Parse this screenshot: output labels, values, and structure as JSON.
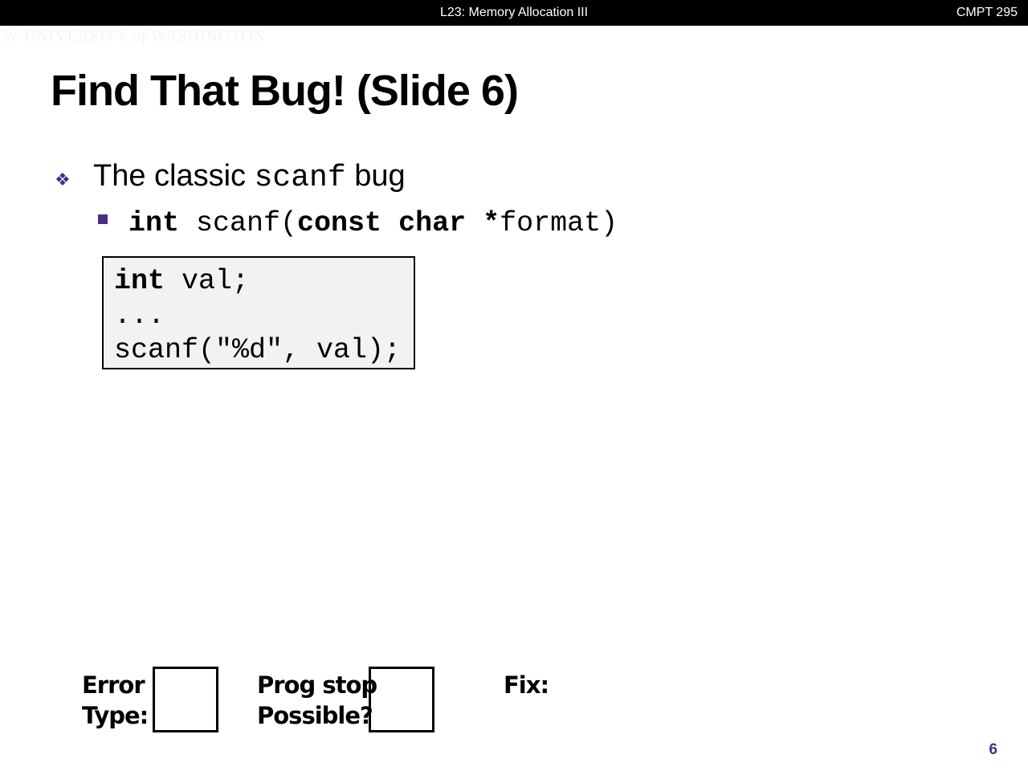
{
  "header": {
    "lecture": "L23:  Memory Allocation III",
    "course": "CMPT 295",
    "logo": "UNIVERSITY of WASHINGTON"
  },
  "title": "Find That Bug!  (Slide 6)",
  "bullet": {
    "pre": "The classic ",
    "code": "scanf",
    "post": " bug"
  },
  "signature": {
    "kw1": "int",
    "fn": " scanf(",
    "kw2": "const char *",
    "arg": "format)"
  },
  "code": {
    "line1_kw": "int",
    "line1_rest": " val;",
    "line2": "...",
    "line3": "scanf(\"%d\", val);"
  },
  "answers": {
    "error_type": [
      "Error",
      "Type:"
    ],
    "prog_stop": [
      "Prog stop",
      "Possible?"
    ],
    "fix": "Fix:"
  },
  "page_number": "6",
  "colors": {
    "accent": "#4b2e83"
  }
}
